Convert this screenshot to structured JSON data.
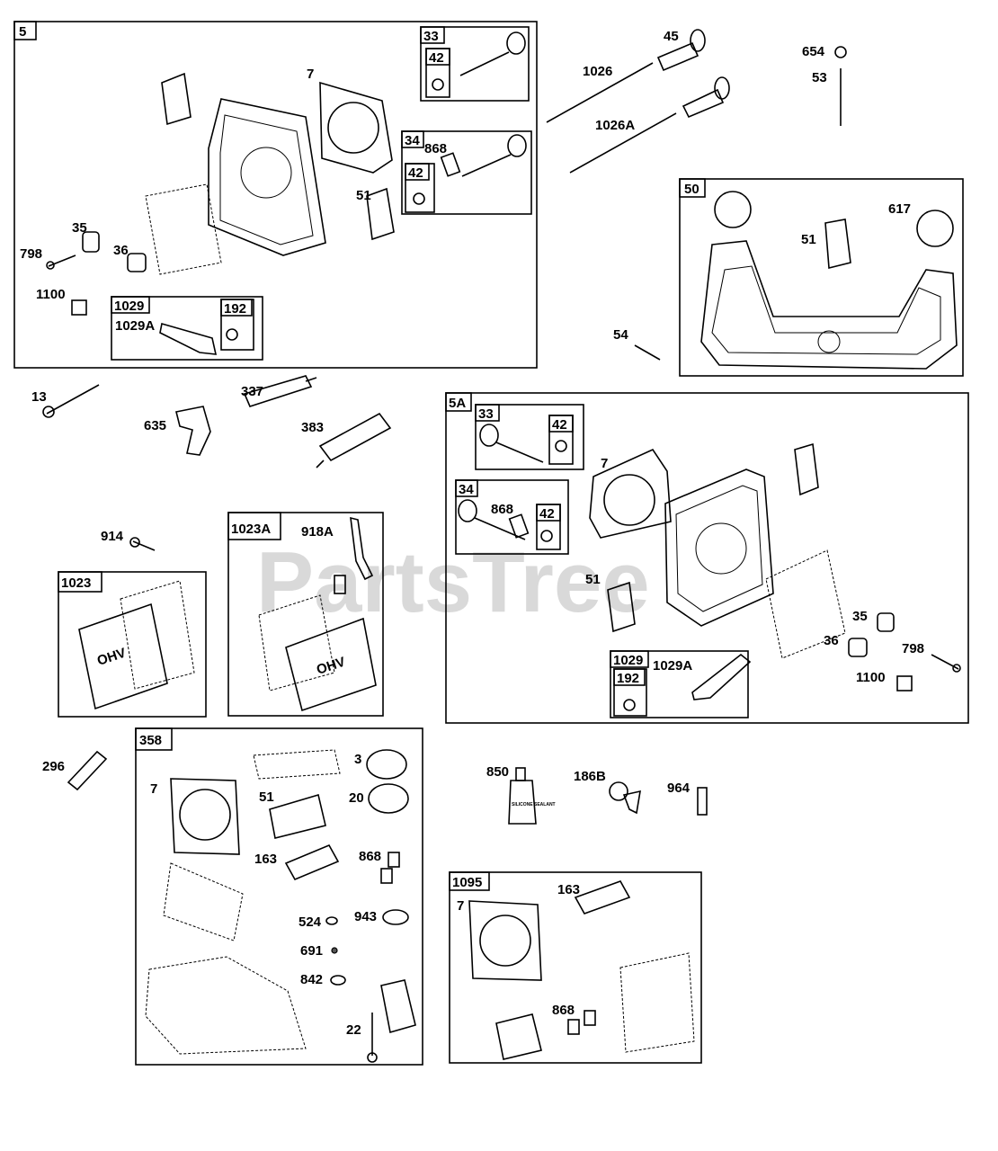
{
  "watermark": "PartsTree",
  "labels": {
    "l5": "5",
    "l33a": "33",
    "l42a": "42",
    "l34a": "34",
    "l868a": "868",
    "l42b": "42",
    "l7a": "7",
    "l51a": "51",
    "l35a": "35",
    "l798a": "798",
    "l36a": "36",
    "l1100a": "1100",
    "l1029a": "1029",
    "l1029Aa": "1029A",
    "l192a": "192",
    "l45": "45",
    "l1026": "1026",
    "l1026A": "1026A",
    "l654": "654",
    "l53": "53",
    "l50": "50",
    "l51b": "51",
    "l617": "617",
    "l54": "54",
    "l13": "13",
    "l337": "337",
    "l635": "635",
    "l383": "383",
    "l5A": "5A",
    "l33b": "33",
    "l42c": "42",
    "l7b": "7",
    "l34b": "34",
    "l868b": "868",
    "l42d": "42",
    "l51c": "51",
    "l35b": "35",
    "l36b": "36",
    "l798b": "798",
    "l1100b": "1100",
    "l1029b": "1029",
    "l1029Ab": "1029A",
    "l192b": "192",
    "l914": "914",
    "l1023A": "1023A",
    "l918A": "918A",
    "l1023": "1023",
    "l296": "296",
    "l358": "358",
    "l3": "3",
    "l7c": "7",
    "l51d": "51",
    "l20": "20",
    "l163a": "163",
    "l868c": "868",
    "l524": "524",
    "l943": "943",
    "l691": "691",
    "l842": "842",
    "l22": "22",
    "l850": "850",
    "l186B": "186B",
    "l964": "964",
    "l1095": "1095",
    "l7d": "7",
    "l163b": "163",
    "l868d": "868",
    "ohv1": "OHV",
    "ohv2": "OHV",
    "sealant": "SILICONE SEALANT"
  }
}
